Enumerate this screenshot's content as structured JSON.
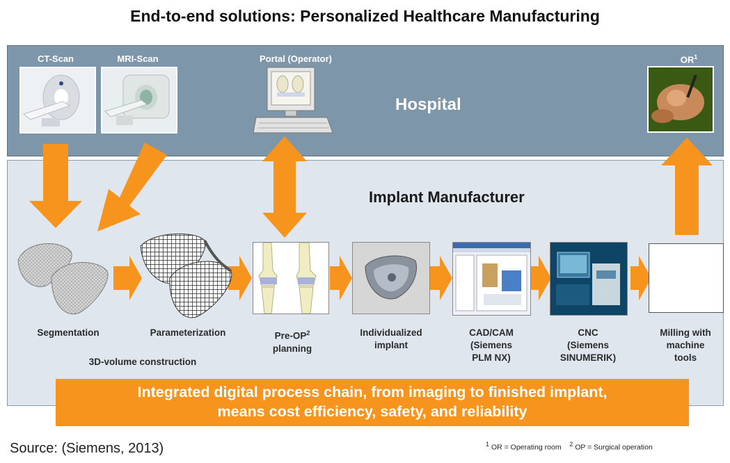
{
  "title": "End-to-end solutions: Personalized Healthcare Manufacturing",
  "hospital": {
    "label": "Hospital",
    "ct_scan": "CT-Scan",
    "mri_scan": "MRI-Scan",
    "portal": "Portal (Operator)",
    "or_label": "OR",
    "or_sup": "1"
  },
  "manufacturer": {
    "label": "Implant Manufacturer"
  },
  "steps": {
    "segmentation": "Segmentation",
    "parameterization": "Parameterization",
    "volume": "3D-volume construction",
    "preop_1": "Pre-OP",
    "preop_sup": "2",
    "preop_2": "planning",
    "implant_1": "Individualized",
    "implant_2": "implant",
    "cad_1": "CAD/CAM",
    "cad_2": "(Siemens",
    "cad_3": "PLM NX)",
    "cnc_1": "CNC",
    "cnc_2": "(Siemens",
    "cnc_3": "SINUMERIK)",
    "milling_1": "Milling with",
    "milling_2": "machine",
    "milling_3": "tools"
  },
  "banner": {
    "line1": "Integrated digital process chain, from imaging to finished implant,",
    "line2": "means cost efficiency, safety, and reliability"
  },
  "source": "Source: (Siemens, 2013)",
  "footnotes": {
    "f1_sup": "1",
    "f1": "OR = Operating room",
    "f2_sup": "2",
    "f2": "OP = Surgical operation"
  },
  "colors": {
    "arrow": "#f7941d",
    "hospital_band": "#7e96aa",
    "manufacturer_band": "#dfe6ee"
  }
}
